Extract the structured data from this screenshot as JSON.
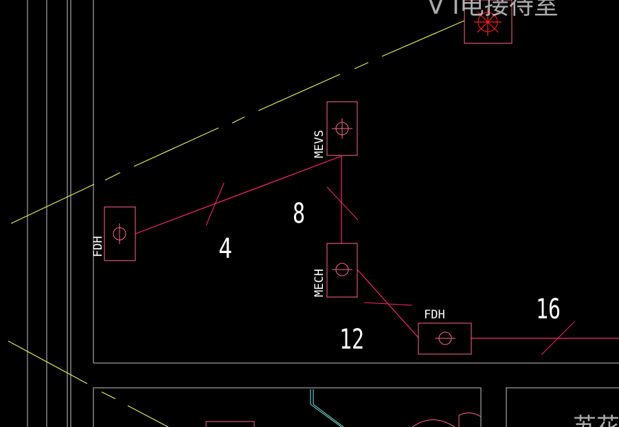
{
  "colors": {
    "background": "#000000",
    "wall": "#c8c8c8",
    "symbol": "#ff6a8a",
    "wire": "#ff2a6d",
    "yellow_line": "#e6ee5a",
    "cyan": "#7af0e6",
    "text": "#ffffff",
    "red_star": "#ff2020"
  },
  "top_label": "V I电接待室",
  "bottom_right_label": "苏花",
  "devices": [
    {
      "id": "fdh-left",
      "label": "FDH",
      "icon": "circle-cross-icon"
    },
    {
      "id": "mevs",
      "label": "MEVS",
      "icon": "circle-cross-icon"
    },
    {
      "id": "mech",
      "label": "MECH",
      "icon": "circle-cross-icon"
    },
    {
      "id": "fdh-right",
      "label": "FDH",
      "icon": "circle-cross-icon"
    },
    {
      "id": "star-box",
      "label": "",
      "icon": "star-burst-icon"
    }
  ],
  "cable_counts": [
    "4",
    "8",
    "12",
    "16"
  ]
}
